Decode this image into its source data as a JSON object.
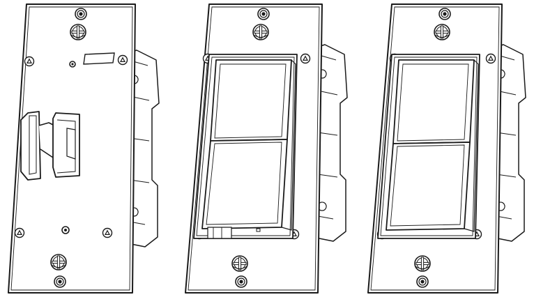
{
  "figure": {
    "kind": "line-drawing",
    "subject": "wall-switch-assemblies",
    "stroke_color": "#1a1a1a",
    "fill_color": "#ffffff",
    "panels": [
      {
        "id": "toggle-switch",
        "actuator": "toggle-lever"
      },
      {
        "id": "rocker-switch-with-led",
        "actuator": "split-rocker-paddle"
      },
      {
        "id": "rocker-switch",
        "actuator": "split-rocker-paddle"
      }
    ],
    "icons": [
      "mounting-screw-icon",
      "corner-screw-icon",
      "screw-hole-icon"
    ]
  }
}
